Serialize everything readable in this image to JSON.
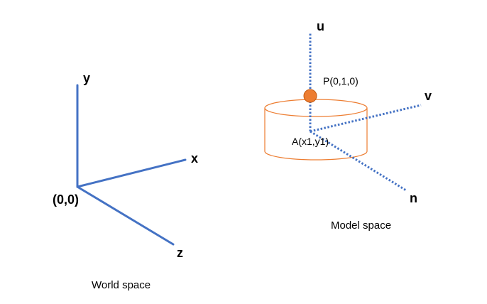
{
  "world": {
    "axis_y": "y",
    "axis_x": "x",
    "axis_z": "z",
    "origin": "(0,0)",
    "caption": "World space",
    "axis_color": "#4472C4"
  },
  "model": {
    "axis_u": "u",
    "axis_v": "v",
    "axis_n": "n",
    "point_p": "P(0,1,0)",
    "point_a": "A(x1,y1)",
    "caption": "Model space",
    "axis_color": "#4472C4",
    "cylinder_color": "#ED7D31",
    "point_color": "#ED7D31"
  }
}
